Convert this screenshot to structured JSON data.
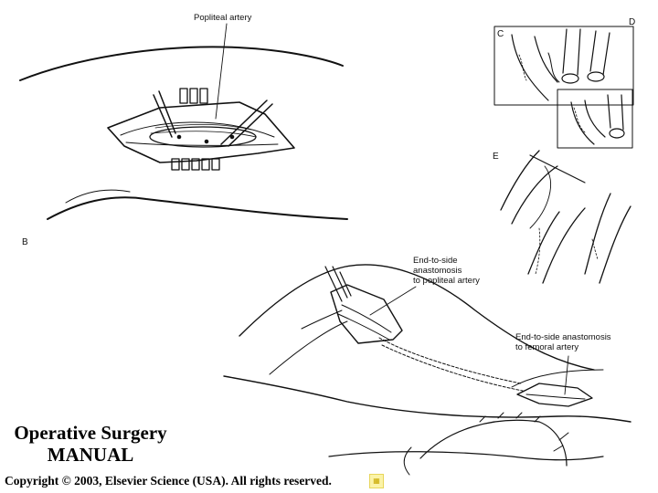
{
  "figure": {
    "labels": {
      "popliteal": "Popliteal artery",
      "panel_b": "B",
      "panel_c": "C",
      "panel_d": "D",
      "panel_e": "E",
      "popliteal_anastomosis": [
        "End-to-side",
        "anastomosis",
        "to popliteal artery"
      ],
      "femoral_anastomosis": [
        "End-to-side anastomosis",
        "to femoral artery"
      ]
    }
  },
  "footer": {
    "title_line1": "Operative Surgery",
    "title_line2": "MANUAL",
    "copyright": "Copyright © 2003, Elsevier Science (USA). All rights reserved.",
    "logo_icon": "publisher-logo-icon"
  }
}
